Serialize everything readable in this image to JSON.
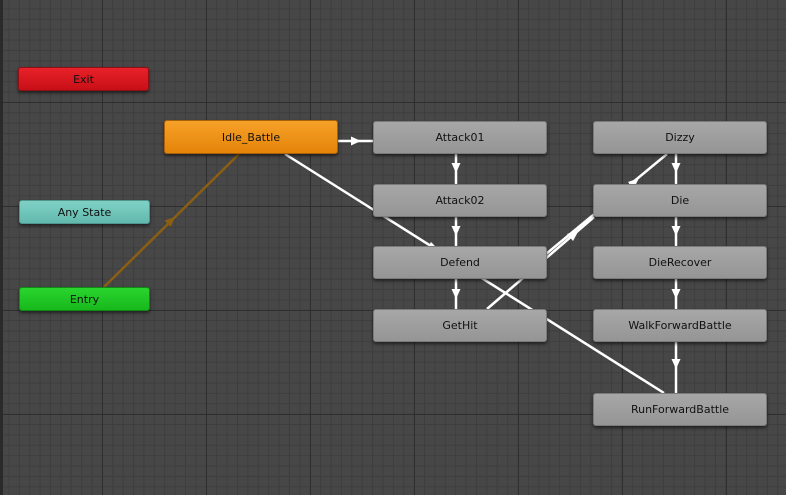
{
  "graph": {
    "special_states": {
      "exit": "Exit",
      "any_state": "Any State",
      "entry": "Entry"
    },
    "default_state": "Idle_Battle",
    "states": {
      "attack01": "Attack01",
      "attack02": "Attack02",
      "defend": "Defend",
      "gethit": "GetHit",
      "dizzy": "Dizzy",
      "die": "Die",
      "dierecover": "DieRecover",
      "walkforwardbattle": "WalkForwardBattle",
      "runforwardbattle": "RunForwardBattle"
    }
  },
  "colors": {
    "background": "#474747",
    "state": "#9e9e9e",
    "exit": "#d7141c",
    "any_state": "#70c4b8",
    "entry": "#1fc623",
    "default_state": "#f0910f",
    "transition": "#ffffff",
    "entry_transition": "#8b5e12"
  }
}
